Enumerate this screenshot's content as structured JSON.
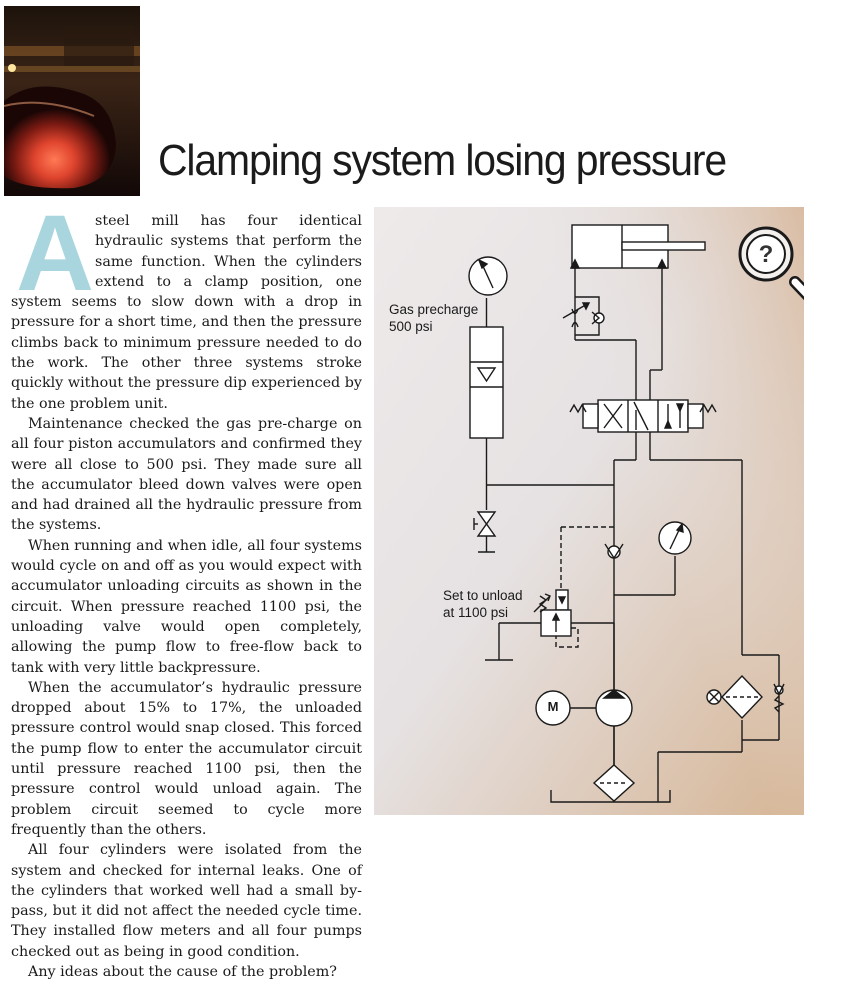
{
  "title": "Clamping system losing pressure",
  "article": {
    "drop_cap": "A",
    "paragraphs": [
      "steel mill has four identical hydraulic systems that perform the same function. When the cylinders extend to a clamp position, one system seems to slow down with a drop in pressure for a short time, and then the pressure climbs back to minimum pressure needed to do the work. The other three systems stroke quickly without the pressure dip experienced by the one problem unit.",
      "Maintenance checked the gas pre-charge on all four piston accumulators and confirmed they were all close to 500 psi. They made sure all the accumulator bleed down valves were open and had drained all the hydraulic pressure from the systems.",
      "When running and when idle, all four systems would cycle on and off as you would expect with accumulator unloading circuits as shown in the circuit. When pressure reached 1100 psi, the unloading valve would open completely, allowing the pump flow to free-flow back to tank with very little backpressure.",
      "When the accumulator’s hydraulic pressure dropped about 15% to 17%, the unloaded pressure control would snap closed. This forced the pump flow to enter the accumulator circuit until pressure reached 1100 psi, then the pressure control would unload again. The problem circuit seemed to cycle more frequently than the others.",
      "All four cylinders were isolated from the system and checked for internal leaks. One of the cylinders that worked well had a small by-pass, but it did not affect the needed cycle time. They installed flow meters and all four pumps  checked out as being in good condition.",
      "Any ideas about the cause of the problem?"
    ]
  },
  "diagram": {
    "gas_label_line1": "Gas precharge",
    "gas_label_line2": "500 psi",
    "unload_label_line1": "Set to unload",
    "unload_label_line2": "at 1100 psi",
    "motor_label": "M",
    "question_mark": "?"
  },
  "colors": {
    "dropcap": "#a9d5df",
    "figure_bg_top": "#e9e4e4",
    "figure_bg_bottom": "#d8b89a",
    "line": "#1a1a1a"
  }
}
